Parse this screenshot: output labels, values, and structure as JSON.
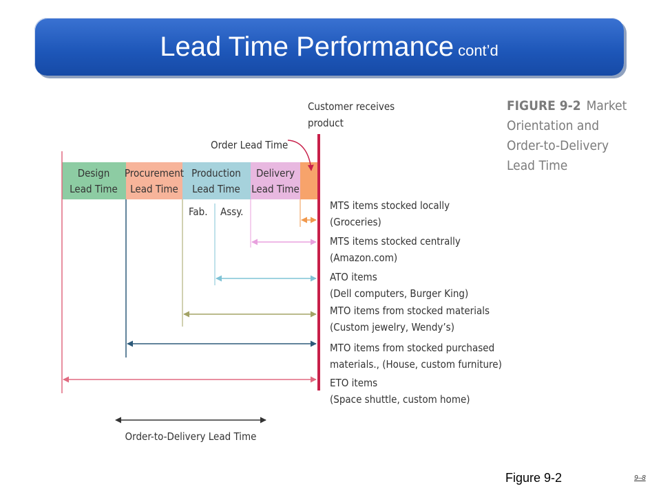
{
  "slide": {
    "title_main": "Lead Time Performance",
    "title_sub": "cont’d",
    "figure_ref": "Figure 9-2",
    "page_number": "9–8"
  },
  "figure": {
    "number": "FIGURE 9-2",
    "caption": "Market Orientation and Order-to-Delivery Lead Time"
  },
  "diagram": {
    "customer_label": [
      "Customer receives",
      "product"
    ],
    "order_lead_time_label": "Order Lead Time",
    "phases": [
      {
        "line1": "Design",
        "line2": "Lead Time",
        "color": "#8dcca3"
      },
      {
        "line1": "Procurement",
        "line2": "Lead Time",
        "color": "#f7b49a"
      },
      {
        "line1": "Production",
        "line2": "Lead Time",
        "color": "#a6d2dc"
      },
      {
        "line1": "Delivery",
        "line2": "Lead Time",
        "color": "#e8b8e0"
      },
      {
        "line1": "",
        "line2": "",
        "color": "#f7a36b"
      }
    ],
    "sub_labels": [
      "Fab.",
      "Assy."
    ],
    "items": [
      {
        "line1": "MTS items stocked locally",
        "line2": "(Groceries)",
        "color": "#f0984c"
      },
      {
        "line1": "MTS items stocked centrally",
        "line2": "(Amazon.com)",
        "color": "#e8a0de"
      },
      {
        "line1": "ATO items",
        "line2": "(Dell computers, Burger King)",
        "color": "#7fc3d6"
      },
      {
        "line1": "MTO items from stocked materials",
        "line2": "(Custom jewelry, Wendy’s)",
        "color": "#a3a366"
      },
      {
        "line1": "MTO items from stocked purchased",
        "line2": "materials., (House, custom furniture)",
        "color": "#2d5a7a"
      },
      {
        "line1": "ETO items",
        "line2": "(Space shuttle, custom home)",
        "color": "#e06a80"
      }
    ],
    "order_to_delivery_label": "Order-to-Delivery Lead Time",
    "colors": {
      "customer_bar": "#c8204a",
      "text": "#333333",
      "guide": "#333333"
    }
  }
}
